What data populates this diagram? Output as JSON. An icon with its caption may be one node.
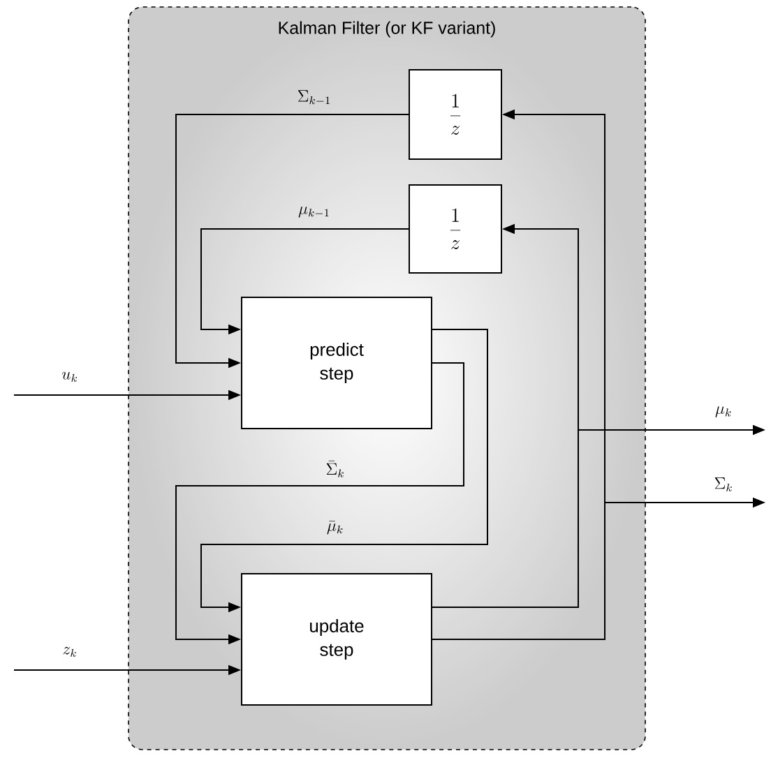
{
  "diagram": {
    "nodes": [
      {
        "text": [
          "Kalman Filter (or KF variant)"
        ]
      },
      {
        "text": [
          "\\frac{1}{z}"
        ],
        "in": 0
      },
      {
        "text": [
          "\\frac{1}{z}"
        ],
        "in": 0
      },
      {
        "text": [
          "predict step"
        ],
        "in": 0
      },
      {
        "text": [
          "update step"
        ],
        "in": 0
      }
    ],
    "edges": [
      {
        "from": 1,
        "to": 3,
        "arrow": "to",
        "label": "\\Sigma_{k-1}"
      },
      {
        "from": 2,
        "to": 3,
        "arrow": "to",
        "label": "\\mu_{k-1}"
      },
      {
        "from": null,
        "to": 3,
        "arrow": "to",
        "label": "u_k"
      },
      {
        "from": 3,
        "to": 4,
        "arrow": "to",
        "label": "\\bar{\\Sigma}_k"
      },
      {
        "from": 3,
        "to": 4,
        "arrow": "to",
        "label": "\\bar{\\mu}_k"
      },
      {
        "from": null,
        "to": 4,
        "arrow": "to",
        "label": "z_k"
      },
      {
        "from": 4,
        "to": 2,
        "arrow": "to"
      },
      {
        "from": 4,
        "to": 1,
        "arrow": "to"
      },
      {
        "from": 4,
        "to": null,
        "arrow": "to",
        "label": "\\mu_k"
      },
      {
        "from": 4,
        "to": null,
        "arrow": "to",
        "label": "\\Sigma_k"
      }
    ]
  }
}
